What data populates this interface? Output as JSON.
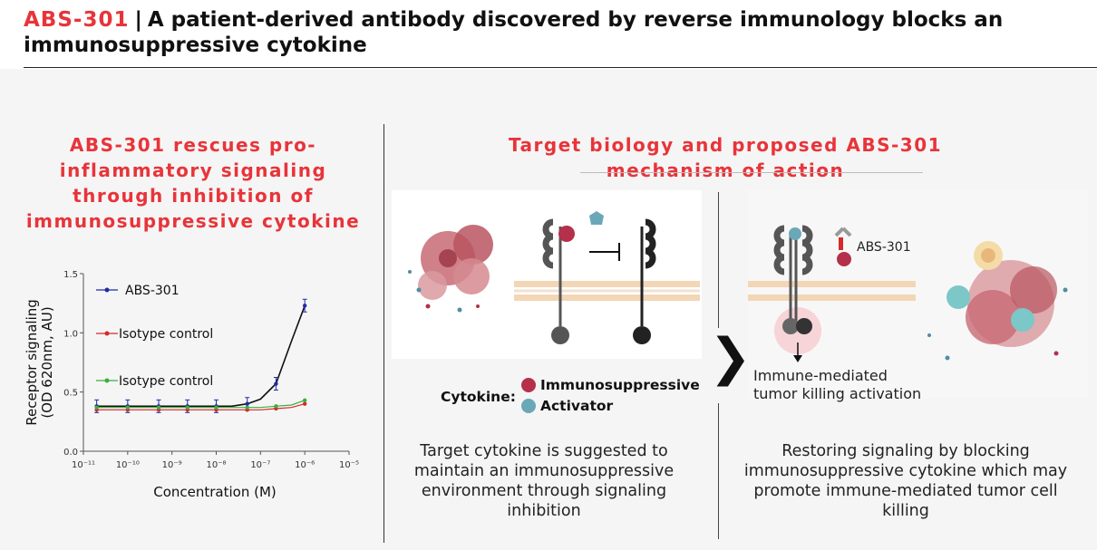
{
  "header": {
    "title_prefix": "ABS-301",
    "separator": "|",
    "title_rest": "A patient-derived antibody discovered by reverse immunology blocks an immunosuppressive cytokine"
  },
  "left": {
    "heading": "ABS-301 rescues pro-inflammatory signaling through inhibition of immunosuppressive cytokine"
  },
  "right": {
    "heading": "Target biology and proposed ABS-301 mechanism of action",
    "legend": {
      "label": "Cytokine:",
      "items": [
        {
          "label": "Immunosuppressive",
          "color": "#b5304a"
        },
        {
          "label": "Activator",
          "color": "#6aa8b8"
        }
      ]
    },
    "antibody_label": "ABS-301",
    "outcome_label": "Immune-mediated tumor killing activation",
    "caption_left": "Target cytokine is suggested to maintain an immunosuppressive environment through signaling inhibition",
    "caption_right": "Restoring signaling by blocking immunosuppressive cytokine which may promote immune-mediated tumor cell killing",
    "arrow_glyph": "❯"
  },
  "chart_data": {
    "type": "line",
    "xlabel": "Concentration (M)",
    "ylabel": "Receptor signaling (OD 620nm, AU)",
    "xscale": "log",
    "xlim": [
      -11,
      -5
    ],
    "ylim": [
      0,
      1.5
    ],
    "yticks": [
      "0.0",
      "0.5",
      "1.0",
      "1.5"
    ],
    "xticks": [
      "10⁻¹¹",
      "10⁻¹⁰",
      "10⁻⁹",
      "10⁻⁸",
      "10⁻⁷",
      "10⁻⁶",
      "10⁻⁵"
    ],
    "legend_placement": "top-left",
    "series": [
      {
        "name": "ABS-301",
        "color": "#1f2aa8",
        "x": [
          -10.7,
          -10.35,
          -10,
          -9.65,
          -9.3,
          -9,
          -8.65,
          -8.3,
          -8,
          -7.65,
          -7.3,
          -7,
          -6.65,
          -6.3,
          -6
        ],
        "y": [
          0.38,
          0.38,
          0.38,
          0.38,
          0.38,
          0.38,
          0.38,
          0.38,
          0.38,
          0.38,
          0.4,
          0.44,
          0.57,
          0.93,
          1.23
        ]
      },
      {
        "name": "Isotype control",
        "color": "#d42a2a",
        "x": [
          -10.7,
          -10.35,
          -10,
          -9.65,
          -9.3,
          -9,
          -8.65,
          -8.3,
          -8,
          -7.65,
          -7.3,
          -7,
          -6.65,
          -6.3,
          -6
        ],
        "y": [
          0.35,
          0.35,
          0.35,
          0.35,
          0.35,
          0.35,
          0.35,
          0.35,
          0.35,
          0.35,
          0.35,
          0.35,
          0.36,
          0.37,
          0.4
        ]
      },
      {
        "name": "Isotype control",
        "color": "#3cae3c",
        "x": [
          -10.7,
          -10.35,
          -10,
          -9.65,
          -9.3,
          -9,
          -8.65,
          -8.3,
          -8,
          -7.65,
          -7.3,
          -7,
          -6.65,
          -6.3,
          -6
        ],
        "y": [
          0.37,
          0.37,
          0.37,
          0.37,
          0.37,
          0.37,
          0.37,
          0.37,
          0.37,
          0.37,
          0.37,
          0.37,
          0.38,
          0.39,
          0.43
        ]
      }
    ]
  }
}
